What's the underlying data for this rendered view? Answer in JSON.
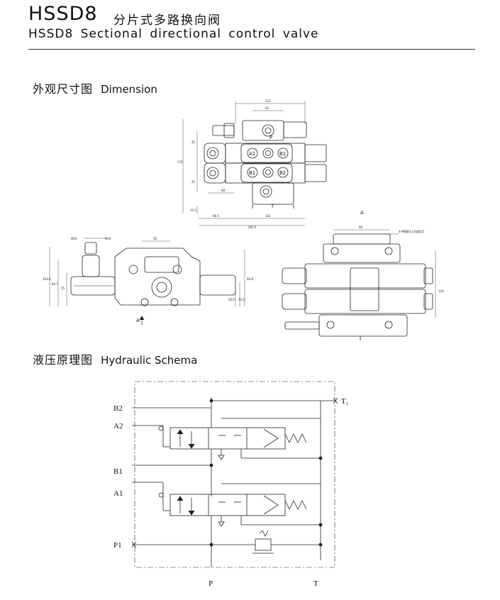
{
  "header": {
    "model": "HSSD8",
    "title_cn": "分片式多路换向阀",
    "title_en": "HSSD8  Sectional  directional control valve"
  },
  "dimension_section": {
    "title_cn": "外观尺寸图",
    "title_en": "Dimension",
    "top_view": {
      "dims": [
        "133",
        "62",
        "176",
        "42",
        "41",
        "68",
        "33.5",
        "66.5",
        "142",
        "287.5"
      ],
      "ports": [
        "A1",
        "B1",
        "B1",
        "B2",
        "P",
        "T"
      ]
    },
    "side_view": {
      "dims": [
        "M10",
        "M10",
        "50",
        "103.6",
        "84.7",
        "55",
        "94.8",
        "20.6",
        "33.3"
      ],
      "arrow_label": "A"
    },
    "end_view": {
      "arrow_label": "A",
      "dims": [
        "90",
        "124"
      ],
      "note": "4-M8埋头13深度15"
    }
  },
  "hydraulic_section": {
    "title_cn": "液压原理图",
    "title_en": "Hydraulic Schema",
    "labels": {
      "b2": "B2",
      "a2": "A2",
      "b1": "B1",
      "a1": "A1",
      "p1": "P1",
      "t1": "T₁",
      "p": "P",
      "t": "T"
    }
  }
}
